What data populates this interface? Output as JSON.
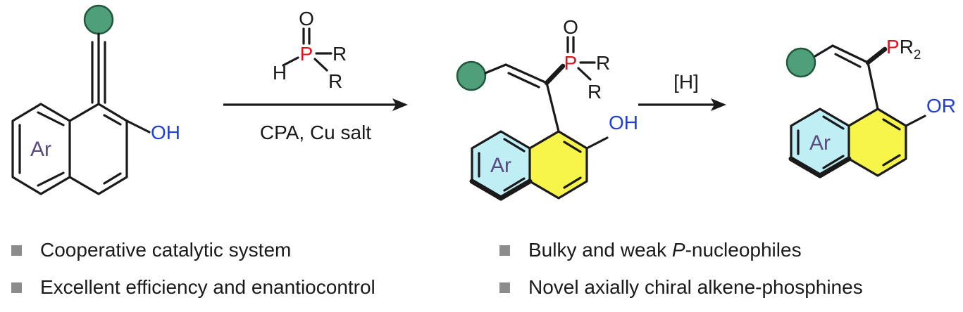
{
  "colors": {
    "bond": "#1a1a1a",
    "substituent_fill": "#4f9f7a",
    "substituent_stroke": "#21573c",
    "ring_highlight_fill": "#bfeef5",
    "naphthol_highlight_fill": "#f8f54a",
    "oxygen_label": "#1f3fd8",
    "phosphorus_label": "#e0121c",
    "ar_label": "#5a4a80",
    "bullet_marker": "#8c8c8c"
  },
  "substrate": {
    "ring_label": "Ar",
    "hydroxyl": "OH"
  },
  "reagent": {
    "oxygen": "O",
    "phosphorus": "P",
    "hydrogen": "H",
    "r_upper": "R",
    "r_lower": "R"
  },
  "step1": {
    "conditions": "CPA, Cu salt"
  },
  "intermediate": {
    "ring_label": "Ar",
    "hydroxyl": "OH",
    "oxygen": "O",
    "phosphorus": "P",
    "r_upper": "R",
    "r_lower": "R"
  },
  "step2": {
    "conditions": "[H]"
  },
  "product": {
    "ring_label": "Ar",
    "phosphine_p": "P",
    "phosphine_r": "R",
    "phosphine_sub": "2",
    "ether": "OR"
  },
  "features": [
    {
      "text": "Cooperative catalytic system"
    },
    {
      "text_before": "Bulky and weak ",
      "text_italic": "P",
      "text_after": "-nucleophiles"
    },
    {
      "text": "Excellent efficiency and enantiocontrol"
    },
    {
      "text": "Novel axially chiral alkene-phosphines"
    }
  ]
}
